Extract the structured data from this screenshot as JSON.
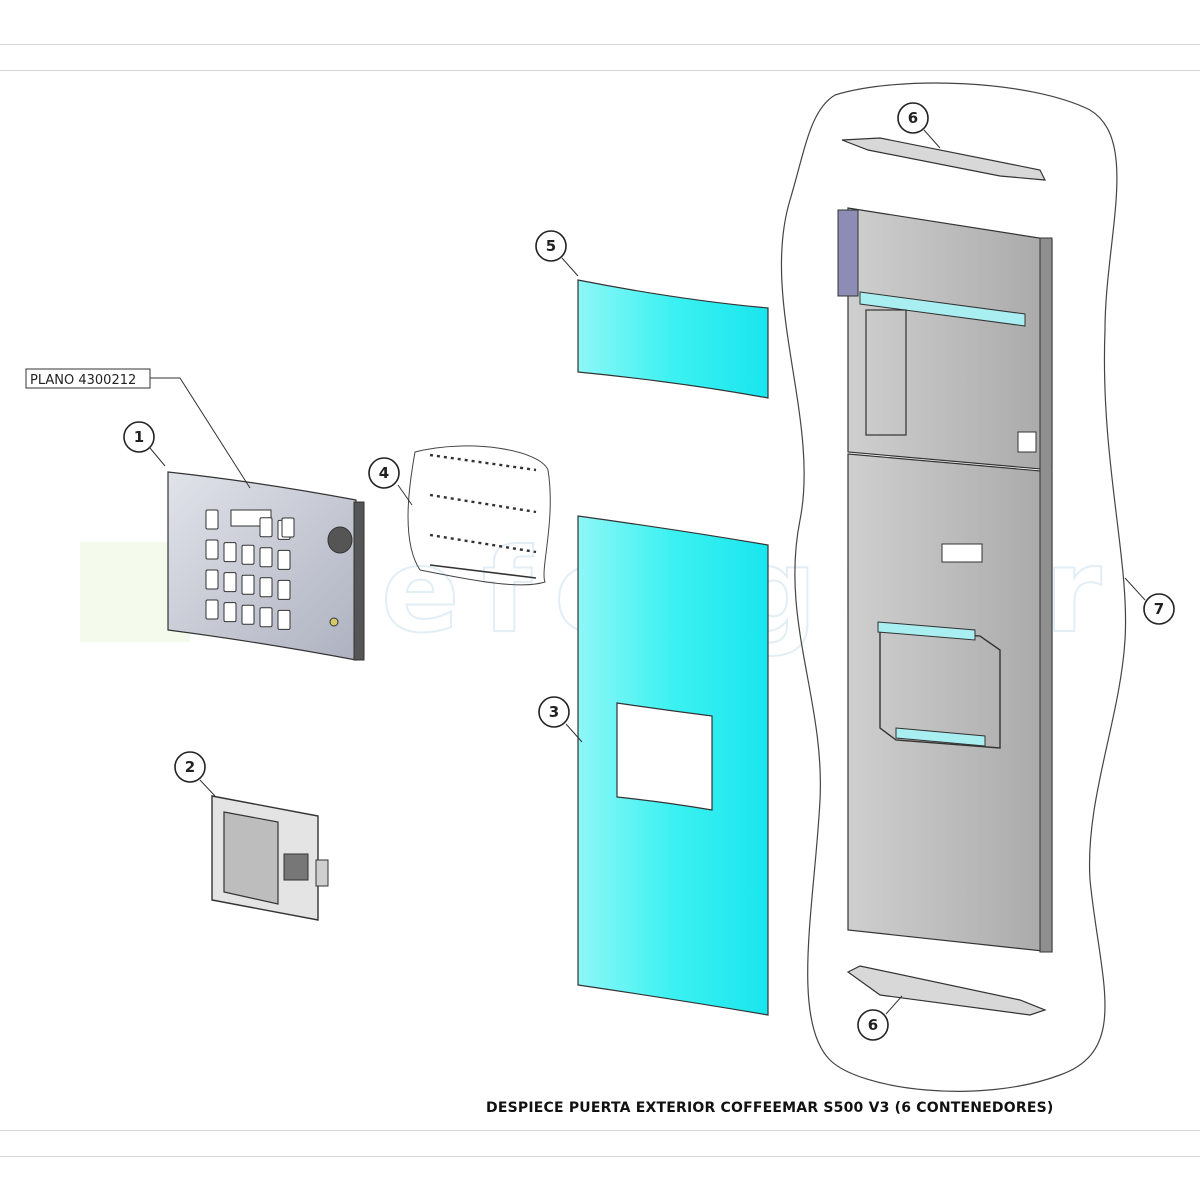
{
  "document": {
    "title": "DESPIECE PUERTA EXTERIOR COFFEEMAR S500 V3 (6 CONTENEDORES)",
    "plan_reference": "PLANO 4300212",
    "watermark": "seferguer"
  },
  "callouts": [
    {
      "number": "1",
      "part": "keypad-front-panel"
    },
    {
      "number": "2",
      "part": "product-delivery-frame"
    },
    {
      "number": "3",
      "part": "lower-front-glass"
    },
    {
      "number": "4",
      "part": "glass-fixing-strips"
    },
    {
      "number": "5",
      "part": "upper-front-glass"
    },
    {
      "number": "6",
      "part": "door-end-caps"
    },
    {
      "number": "7",
      "part": "door-frame-assembly"
    }
  ],
  "colors": {
    "glass": "#33f0f0",
    "panel": "#c9ccd6",
    "frame": "#b4b4b4",
    "outline": "#333333",
    "watermark_text": "#7fb3d9",
    "watermark_mark": "#cfe6a8"
  }
}
